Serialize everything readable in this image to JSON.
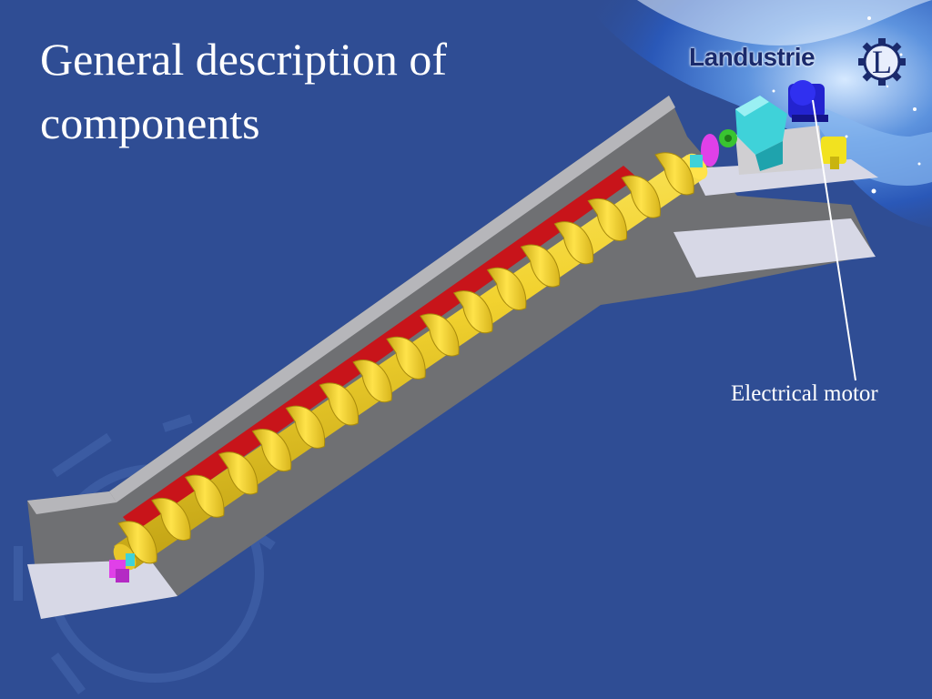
{
  "slide": {
    "title_line1": "General description of",
    "title_line2": "components",
    "callout_label": "Electrical motor"
  },
  "logo": {
    "brand": "Landustrie",
    "mark_letter": "L"
  },
  "colors": {
    "background": "#2f4d94",
    "screw": "#f2d22f",
    "trough_red": "#c8141a",
    "concrete": "#6f7073",
    "motor": "#2323d0",
    "gearbox": "#3fd2d9",
    "coupling": "#39c431",
    "bearing": "#e040e8"
  },
  "icons": [
    "gear-watermark-icon",
    "landustrie-gear-logo-icon"
  ]
}
